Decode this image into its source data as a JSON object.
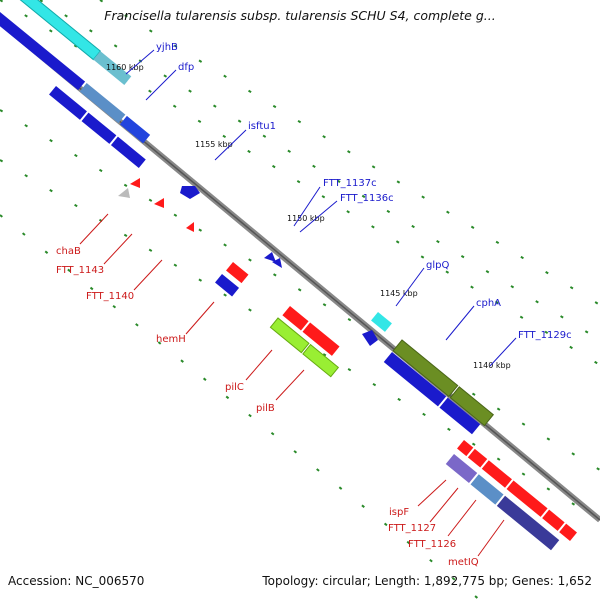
{
  "title": "Francisella tularensis subsp. tularensis SCHU S4, complete g...",
  "footer": {
    "accession": "Accession: NC_006570",
    "summary": "Topology: circular; Length: 1,892,775 bp; Genes: 1,652"
  },
  "colors": {
    "backbone": "#808080",
    "forward_label": "#1a1acc",
    "reverse_label": "#cc1a1a",
    "tick_dots": "#2a8a2a"
  },
  "scale_ticks": [
    "1160 kbp",
    "1155 kbp",
    "1150 kbp",
    "1145 kbp",
    "1140 kbp"
  ],
  "gene_labels": {
    "forward": [
      "yjhB",
      "dfp",
      "isftu1",
      "FTT_1137c",
      "FTT_1136c",
      "glpQ",
      "cphA",
      "FTT_1129c"
    ],
    "reverse": [
      "chaB",
      "FTT_1143",
      "FTT_1140",
      "hemH",
      "pilC",
      "pilB",
      "ispF",
      "FTT_1127",
      "FTT_1126",
      "metIQ"
    ]
  }
}
